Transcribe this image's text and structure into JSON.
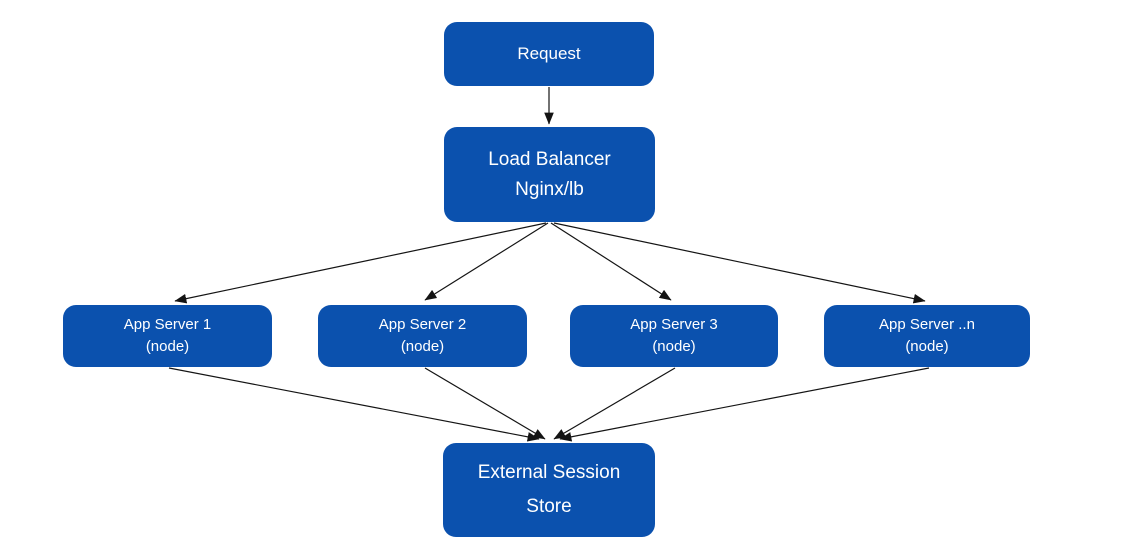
{
  "colors": {
    "node_fill": "#0B51AE",
    "node_text": "#FFFFFF",
    "arrow": "#141414",
    "background": "#FFFFFF"
  },
  "nodes": {
    "request": {
      "label": "Request"
    },
    "load_balancer": {
      "label": "Load Balancer\nNginx/lb"
    },
    "app_server_1": {
      "label": "App Server 1\n(node)"
    },
    "app_server_2": {
      "label": "App Server 2\n(node)"
    },
    "app_server_3": {
      "label": "App Server 3\n(node)"
    },
    "app_server_n": {
      "label": "App Server ..n\n(node)"
    },
    "session_store": {
      "label": "External Session\nStore"
    }
  },
  "edges": [
    {
      "from": "request",
      "to": "load_balancer"
    },
    {
      "from": "load_balancer",
      "to": "app_server_1"
    },
    {
      "from": "load_balancer",
      "to": "app_server_2"
    },
    {
      "from": "load_balancer",
      "to": "app_server_3"
    },
    {
      "from": "load_balancer",
      "to": "app_server_n"
    },
    {
      "from": "app_server_1",
      "to": "session_store"
    },
    {
      "from": "app_server_2",
      "to": "session_store"
    },
    {
      "from": "app_server_3",
      "to": "session_store"
    },
    {
      "from": "app_server_n",
      "to": "session_store"
    }
  ]
}
